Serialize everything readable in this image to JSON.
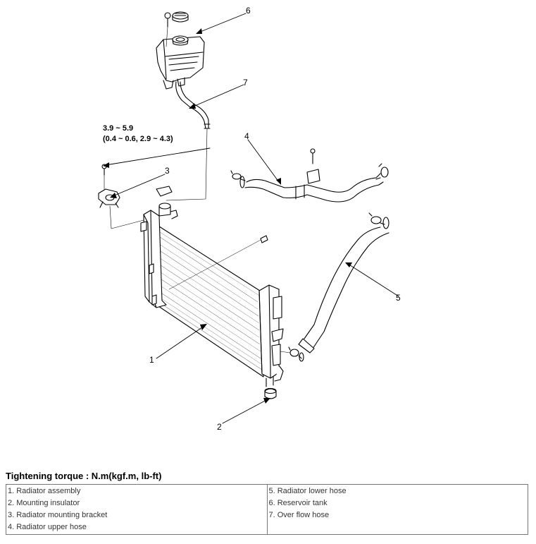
{
  "callouts": {
    "c1": "1",
    "c2": "2",
    "c3": "3",
    "c4": "4",
    "c5": "5",
    "c6": "6",
    "c7": "7"
  },
  "torque_spec": {
    "line1": "3.9 ~ 5.9",
    "line2": "(0.4 ~ 0.6, 2.9 ~ 4.3)"
  },
  "section_title": "Tightening torque : N.m(kgf.m, lb-ft)",
  "legend": {
    "left": [
      "1. Radiator assembly",
      "2. Mounting insulator",
      "3. Radiator mounting bracket",
      "4. Radiator upper hose"
    ],
    "right": [
      "5. Radiator lower hose",
      "6. Reservoir tank",
      "7. Over flow hose"
    ]
  }
}
